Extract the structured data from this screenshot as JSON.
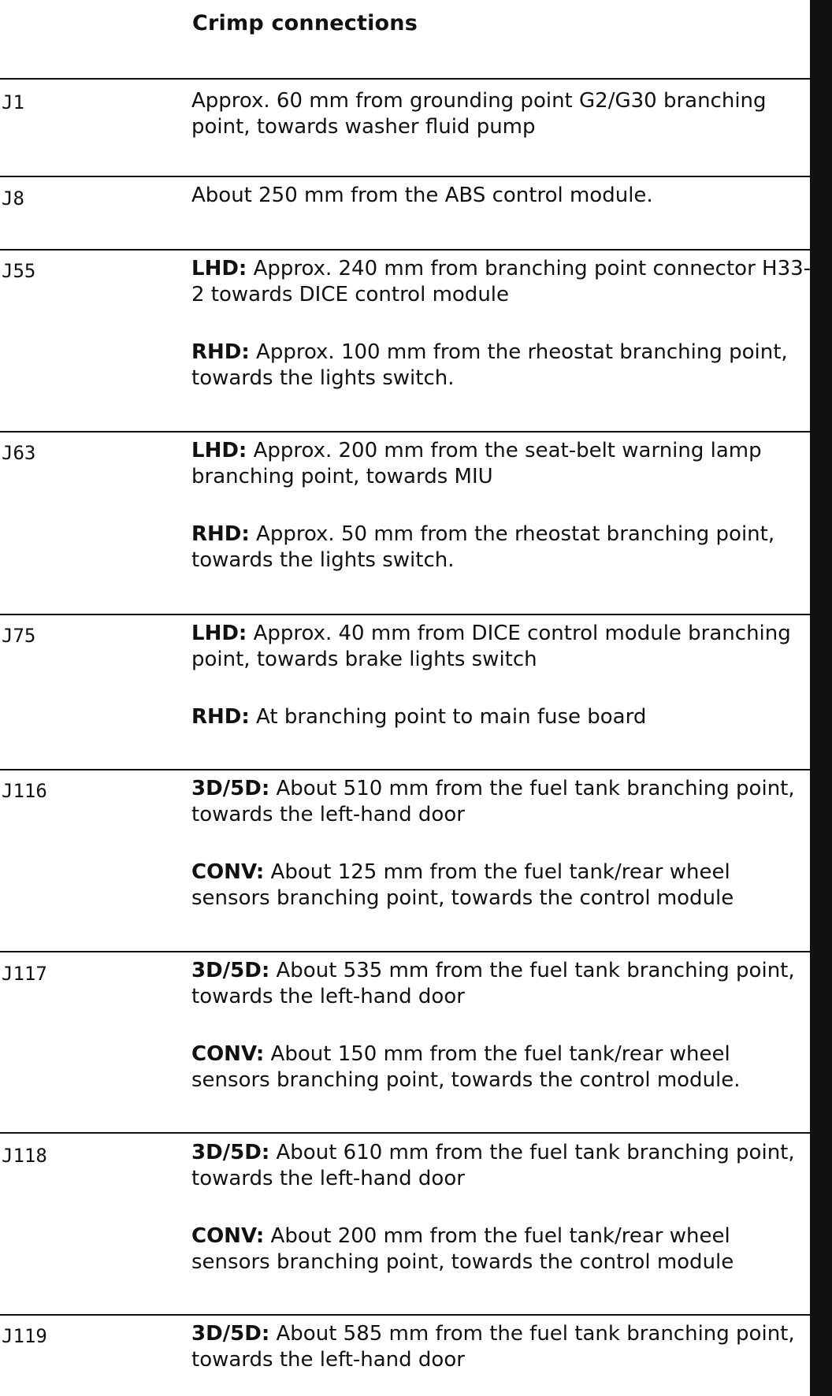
{
  "title": "Crimp connections",
  "rows": [
    {
      "code": "J1",
      "paras": [
        {
          "label": "",
          "text": "Approx. 60 mm from grounding point G2/G30 branching point, towards washer fluid pump"
        }
      ]
    },
    {
      "code": "J8",
      "paras": [
        {
          "label": "",
          "text": "About 250 mm from the ABS control module."
        }
      ]
    },
    {
      "code": "J55",
      "paras": [
        {
          "label": "LHD:",
          "text": " Approx. 240 mm from branching point connector H33-2 towards DICE control module"
        },
        {
          "label": "RHD:",
          "text": " Approx. 100 mm from the rheostat branching point, towards the lights switch."
        }
      ]
    },
    {
      "code": "J63",
      "paras": [
        {
          "label": "LHD:",
          "text": " Approx. 200 mm from the seat-belt warning lamp branching point, towards MIU"
        },
        {
          "label": "RHD:",
          "text": " Approx. 50 mm from the rheostat branching point, towards the lights switch."
        }
      ]
    },
    {
      "code": "J75",
      "paras": [
        {
          "label": "LHD:",
          "text": " Approx. 40 mm from DICE control module branching point, towards brake lights switch"
        },
        {
          "label": "RHD:",
          "text": " At branching point to main fuse board"
        }
      ]
    },
    {
      "code": "J116",
      "paras": [
        {
          "label": "3D/5D:",
          "text": " About 510 mm from the fuel tank branching point, towards the left-hand door"
        },
        {
          "label": "CONV:",
          "text": " About 125 mm from the fuel tank/rear wheel sensors branching point, towards the control module"
        }
      ]
    },
    {
      "code": "J117",
      "paras": [
        {
          "label": "3D/5D:",
          "text": " About 535 mm from the fuel tank branching point, towards the left-hand door"
        },
        {
          "label": "CONV:",
          "text": " About 150 mm from the fuel tank/rear wheel sensors branching point, towards the control module."
        }
      ]
    },
    {
      "code": "J118",
      "paras": [
        {
          "label": "3D/5D:",
          "text": " About 610 mm from the fuel tank branching point, towards the left-hand door"
        },
        {
          "label": "CONV:",
          "text": " About 200 mm from the fuel tank/rear wheel sensors branching point, towards the control module"
        }
      ]
    },
    {
      "code": "J119",
      "paras": [
        {
          "label": "3D/5D:",
          "text": " About 585 mm from the fuel tank branching point, towards the left-hand door"
        }
      ]
    }
  ]
}
